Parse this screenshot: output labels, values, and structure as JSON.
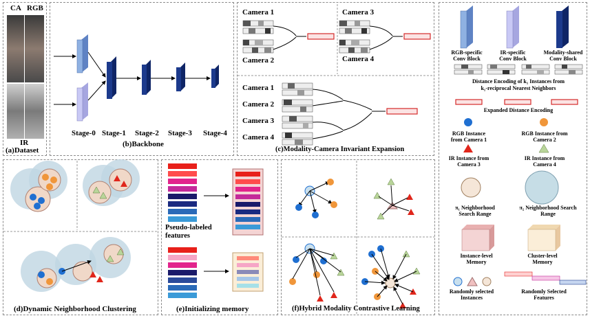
{
  "dataset": {
    "label_ca": "CA",
    "label_rgb": "RGB",
    "label_ir": "IR",
    "caption": "(a)Dataset"
  },
  "backbone": {
    "stages": [
      "Stage-0",
      "Stage-1",
      "Stage-2",
      "Stage-3",
      "Stage-4"
    ],
    "caption": "(b)Backbone"
  },
  "mcie": {
    "cams_top": [
      "Camera 1",
      "Camera 2",
      "Camera 3",
      "Camera 4"
    ],
    "cams_bottom": [
      "Camera 1",
      "Camera 2",
      "Camera 3",
      "Camera 4"
    ],
    "caption": "(c)Modality-Camera Invariant Expansion"
  },
  "dnc": {
    "caption": "(d)Dynamic Neighborhood Clustering"
  },
  "initmem": {
    "features_label": "Pseudo-labeled features",
    "caption": "(e)Initializing memory"
  },
  "hmcl": {
    "caption": "(f)Hybrid Modality Contrastive Learning"
  },
  "legend": {
    "rgb_block": "RGB-specific Conv Block",
    "ir_block": "IR-specific Conv Block",
    "shared_block": "Modality-shared Conv Block",
    "dist_enc_line1": "Distance Encoding of k₁ Instances from",
    "dist_enc_line2": "k₁-reciprocal Nearest Neighbors",
    "expanded": "Expanded Distance Encoding",
    "rgb_cam1": "RGB Instance from Camera 1",
    "rgb_cam2": "RGB Instance from Camera 2",
    "ir_cam3": "IR Instance from Camera 3",
    "ir_cam4": "IR Instance from Camera 4",
    "r1": "π₁ Neighborhood Search Range",
    "r2": "π₂ Neighborhood Search Range",
    "inst_mem": "Instance-level Memory",
    "clus_mem": "Cluster-level Memory",
    "rand_inst": "Randomly selected Instances",
    "rand_feat": "Randomly Selected Features"
  },
  "colors": {
    "rgb": "#1f6fd1",
    "orange": "#f0963a",
    "red": "#e0261b",
    "green": "#b9d59a",
    "block_rgb": "#8fb1e2",
    "block_ir": "#c9c9f5",
    "block_shared": "#1c3a8c"
  }
}
